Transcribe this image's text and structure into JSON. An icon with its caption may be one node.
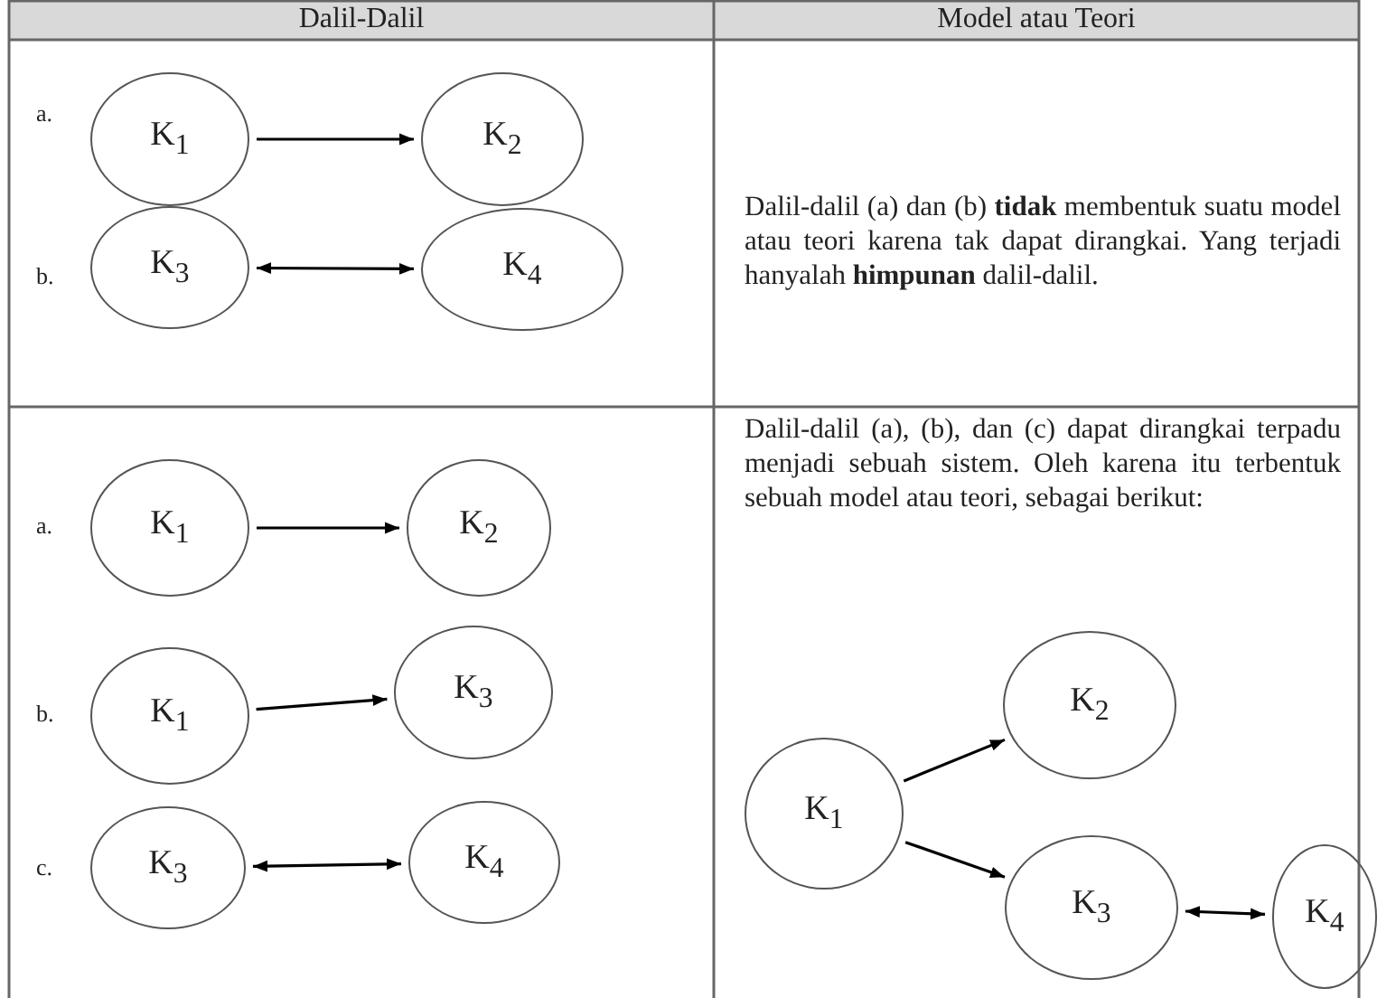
{
  "diagram": {
    "nodes": [
      {
        "text": [
          "K$_{1}$"
        ]
      },
      {
        "text": [
          "K$_{2}$"
        ]
      },
      {
        "text": [
          "K$_{3}$"
        ]
      },
      {
        "text": [
          "K$_{4}$"
        ]
      },
      {
        "text": [
          "K$_{1}$"
        ]
      },
      {
        "text": [
          "K$_{2}$"
        ]
      },
      {
        "text": [
          "K$_{1}$"
        ]
      },
      {
        "text": [
          "K$_{3}$"
        ]
      },
      {
        "text": [
          "K$_{3}$"
        ]
      },
      {
        "text": [
          "K$_{4}$"
        ]
      },
      {
        "text": [
          "K$_{1}$"
        ]
      },
      {
        "text": [
          "K$_{2}$"
        ]
      },
      {
        "text": [
          "K$_{3}$"
        ]
      },
      {
        "text": [
          "K$_{4}$"
        ]
      }
    ],
    "edges": [
      {
        "from": 0,
        "to": 1,
        "arrow": "to"
      },
      {
        "from": 2,
        "to": 3,
        "arrow": "both"
      },
      {
        "from": 4,
        "to": 5,
        "arrow": "to"
      },
      {
        "from": 6,
        "to": 7,
        "arrow": "to"
      },
      {
        "from": 8,
        "to": 9,
        "arrow": "both"
      },
      {
        "from": 10,
        "to": 11,
        "arrow": "to"
      },
      {
        "from": 10,
        "to": 12,
        "arrow": "to"
      },
      {
        "from": 12,
        "to": 13,
        "arrow": "both"
      }
    ],
    "labels": [
      "Dalil-Dalil",
      "Model atau Teori",
      "a.",
      "b.",
      "Dalil-dalil (a) dan (b) **tidak** membentuk suatu model atau teori karena tak dapat dirangkai. Yang terjadi hanyalah **himpunan** dalil-dalil.",
      "a.",
      "b.",
      "c.",
      "Dalil-dalil (a), (b), dan (c) dapat dirangkai terpadu menjadi sebuah sistem. Oleh karena itu terbentuk sebuah model atau teori, sebagai berikut:"
    ]
  }
}
